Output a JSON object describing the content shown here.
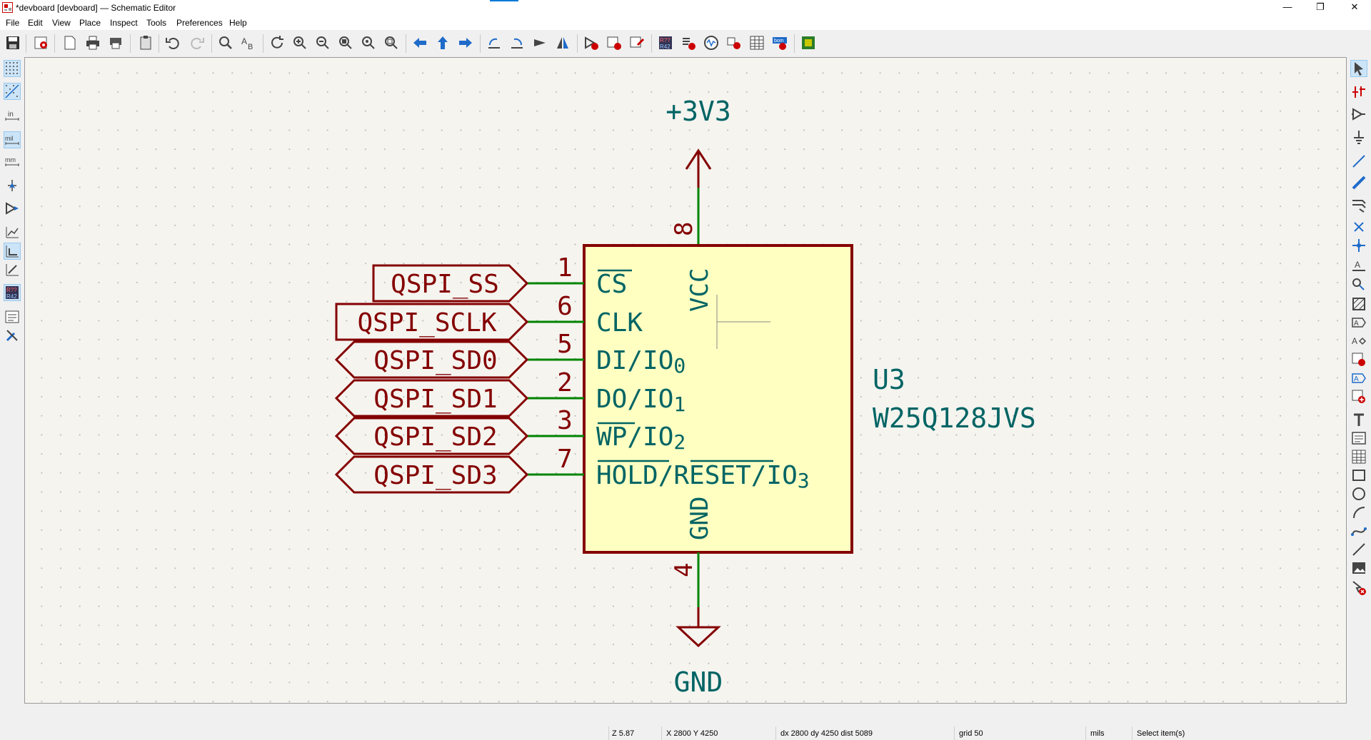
{
  "window": {
    "title": "*devboard [devboard] — Schematic Editor",
    "minimize": "—",
    "restore": "❐",
    "close": "✕"
  },
  "menubar": {
    "items": [
      "File",
      "Edit",
      "View",
      "Place",
      "Inspect",
      "Tools",
      "Preferences",
      "Help"
    ]
  },
  "schematic": {
    "power_top": "+3V3",
    "power_bottom": "GND",
    "component": {
      "reference": "U3",
      "value": "W25Q128JVS",
      "body_color": "#ffffc2",
      "outline_color": "#840000",
      "pins": [
        {
          "number": "1",
          "name": "CS",
          "label": "QSPI_SS"
        },
        {
          "number": "6",
          "name": "CLK",
          "label": "QSPI_SCLK"
        },
        {
          "number": "5",
          "name": "DI/IO",
          "sub": "0",
          "label": "QSPI_SD0"
        },
        {
          "number": "2",
          "name": "DO/IO",
          "sub": "1",
          "label": "QSPI_SD1"
        },
        {
          "number": "3",
          "name": "WP/IO",
          "sub": "2",
          "label": "QSPI_SD2"
        },
        {
          "number": "7",
          "name": "HOLD/RESET/IO",
          "sub": "3",
          "label": "QSPI_SD3"
        }
      ],
      "vcc_pin": {
        "number": "8",
        "name": "VCC"
      },
      "gnd_pin": {
        "number": "4",
        "name": "GND"
      }
    },
    "colors": {
      "wire": "#008400",
      "label": "#840000",
      "reference": "#006464",
      "power": "#006464"
    }
  },
  "statusbar": {
    "zoom": "Z 5.87",
    "cursor": "X 2800  Y 4250",
    "delta": "dx 2800  dy 4250  dist 5089",
    "grid": "grid 50",
    "units": "mils",
    "message": "Select item(s)"
  }
}
